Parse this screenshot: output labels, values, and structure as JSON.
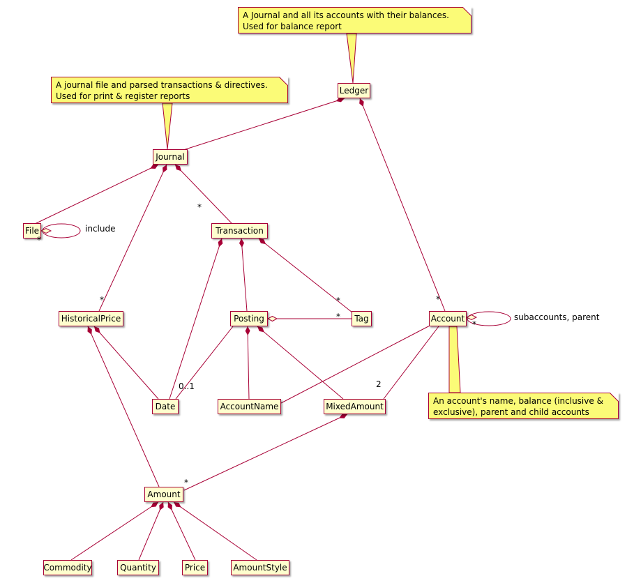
{
  "diagram": {
    "kind": "uml-class-diagram",
    "classes": [
      {
        "name": "Ledger"
      },
      {
        "name": "Journal"
      },
      {
        "name": "File"
      },
      {
        "name": "Transaction"
      },
      {
        "name": "HistoricalPrice"
      },
      {
        "name": "Posting"
      },
      {
        "name": "Tag"
      },
      {
        "name": "Account"
      },
      {
        "name": "Date"
      },
      {
        "name": "AccountName"
      },
      {
        "name": "MixedAmount"
      },
      {
        "name": "Amount"
      },
      {
        "name": "Commodity"
      },
      {
        "name": "Quantity"
      },
      {
        "name": "Price"
      },
      {
        "name": "AmountStyle"
      }
    ],
    "notes": [
      {
        "line1": "A Journal and all its accounts with their balances.",
        "line2": "Used for balance report",
        "attached_to": "Ledger"
      },
      {
        "line1": "A journal file and parsed transactions & directives.",
        "line2": "Used for print & register reports",
        "attached_to": "Journal"
      },
      {
        "line1": "An account's name, balance (inclusive &",
        "line2": "exclusive), parent and child accounts",
        "attached_to": "Account"
      }
    ],
    "edges": [
      {
        "from": "Ledger",
        "to": "Journal",
        "type": "composition",
        "multiplicity": "",
        "label": ""
      },
      {
        "from": "Ledger",
        "to": "Account",
        "type": "composition",
        "multiplicity": "*",
        "label": ""
      },
      {
        "from": "Journal",
        "to": "File",
        "type": "composition",
        "multiplicity": "",
        "label": ""
      },
      {
        "from": "Journal",
        "to": "Transaction",
        "type": "composition",
        "multiplicity": "*",
        "label": ""
      },
      {
        "from": "Journal",
        "to": "HistoricalPrice",
        "type": "composition",
        "multiplicity": "*",
        "label": ""
      },
      {
        "from": "Transaction",
        "to": "Posting",
        "type": "composition",
        "multiplicity": "",
        "label": ""
      },
      {
        "from": "Transaction",
        "to": "Tag",
        "type": "composition",
        "multiplicity": "*",
        "label": ""
      },
      {
        "from": "Transaction",
        "to": "Date",
        "type": "composition",
        "multiplicity": "",
        "label": ""
      },
      {
        "from": "Posting",
        "to": "Tag",
        "type": "aggregation",
        "multiplicity": "*",
        "label": ""
      },
      {
        "from": "Posting",
        "to": "Date",
        "type": "association",
        "multiplicity": "0..1",
        "label": ""
      },
      {
        "from": "Posting",
        "to": "AccountName",
        "type": "composition",
        "multiplicity": "",
        "label": ""
      },
      {
        "from": "Posting",
        "to": "MixedAmount",
        "type": "composition",
        "multiplicity": "",
        "label": ""
      },
      {
        "from": "Account",
        "to": "AccountName",
        "type": "association",
        "multiplicity": "",
        "label": ""
      },
      {
        "from": "Account",
        "to": "MixedAmount",
        "type": "association",
        "multiplicity": "2",
        "label": ""
      },
      {
        "from": "Account",
        "to": "Account",
        "type": "aggregation",
        "multiplicity": "*",
        "label": "subaccounts, parent"
      },
      {
        "from": "File",
        "to": "File",
        "type": "aggregation",
        "multiplicity": "*",
        "label": "include"
      },
      {
        "from": "HistoricalPrice",
        "to": "Date",
        "type": "composition",
        "multiplicity": "",
        "label": ""
      },
      {
        "from": "HistoricalPrice",
        "to": "Amount",
        "type": "composition",
        "multiplicity": "",
        "label": ""
      },
      {
        "from": "MixedAmount",
        "to": "Amount",
        "type": "composition",
        "multiplicity": "*",
        "label": ""
      },
      {
        "from": "Amount",
        "to": "Commodity",
        "type": "composition",
        "multiplicity": "",
        "label": ""
      },
      {
        "from": "Amount",
        "to": "Quantity",
        "type": "composition",
        "multiplicity": "",
        "label": ""
      },
      {
        "from": "Amount",
        "to": "Price",
        "type": "composition",
        "multiplicity": "",
        "label": ""
      },
      {
        "from": "Amount",
        "to": "AmountStyle",
        "type": "composition",
        "multiplicity": "",
        "label": ""
      }
    ],
    "colors": {
      "class_bg": "#FEFECE",
      "border": "#A80036",
      "note_bg": "#FBFB77",
      "edge": "#A80036"
    }
  }
}
